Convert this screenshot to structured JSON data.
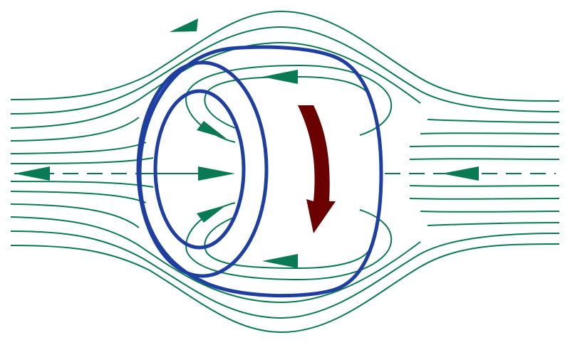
{
  "diagram": {
    "colors": {
      "background": "#ffffff",
      "field_line": "#0a7a55",
      "field_arrow": "#0a7a55",
      "ring": "#1e3fa0",
      "rotation_arrow": "#6b0000"
    },
    "elements": {
      "field_lines": "magnetic-field-lines",
      "rings": "vortex-ring-cross-sections",
      "axis": "symmetry-axis",
      "rotation": "rotation-direction-arrow"
    }
  }
}
